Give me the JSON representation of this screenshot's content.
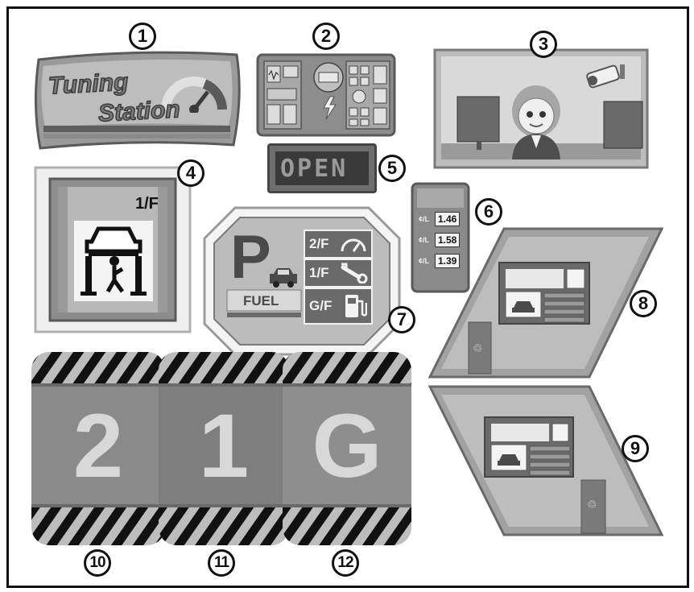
{
  "callouts": [
    "1",
    "2",
    "3",
    "4",
    "5",
    "6",
    "7",
    "8",
    "9",
    "10",
    "11",
    "12"
  ],
  "sticker1": {
    "line1": "Tuning",
    "line2": "Station"
  },
  "sticker4": {
    "floor_label": "1/F"
  },
  "sticker5": {
    "sign_text": "OPEN"
  },
  "sticker6": {
    "unit": "¢/L",
    "prices": [
      "1.46",
      "1.58",
      "1.39"
    ]
  },
  "sticker7": {
    "parking_letter": "P",
    "fuel_label": "FUEL",
    "floors": [
      "2/F",
      "1/F",
      "G/F"
    ]
  },
  "floor_tiles": [
    "2",
    "1",
    "G"
  ],
  "icons": {
    "gauge": "speedometer-icon",
    "wrench": "wrench-icon",
    "pump": "fuel-pump-icon",
    "car": "car-icon",
    "camera": "security-camera-icon",
    "lift": "car-lift-icon",
    "recycle": "recycle-icon"
  }
}
